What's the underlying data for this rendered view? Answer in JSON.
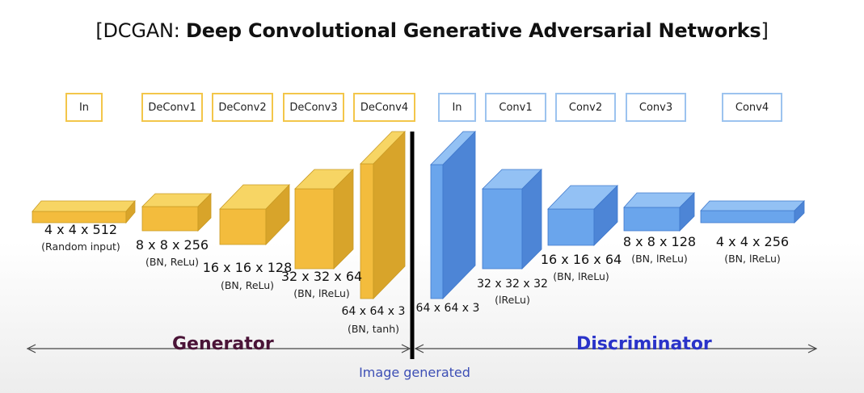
{
  "title": {
    "bracket_open": "[",
    "prefix": "DCGAN: ",
    "bold": "Deep Convolutional Generative Adversarial Networks",
    "bracket_close": "]"
  },
  "colors": {
    "gen_front": "#f3bc3d",
    "gen_top": "#f7d564",
    "gen_side": "#d8a42a",
    "disc_front": "#6aa5ec",
    "disc_top": "#93c1f4",
    "disc_side": "#4d85d6",
    "gen_label": "#4a1437",
    "disc_label": "#2a33c9",
    "img_label": "#3d4fb5"
  },
  "generator": {
    "label": "Generator",
    "layers": [
      {
        "name": "In",
        "dim": "4 x 4 x 512",
        "desc": "(Random input)"
      },
      {
        "name": "DeConv1",
        "dim": "8 x 8 x 256",
        "desc": "(BN, ReLu)"
      },
      {
        "name": "DeConv2",
        "dim": "16 x 16 x 128",
        "desc": "(BN, ReLu)"
      },
      {
        "name": "DeConv3",
        "dim": "32 x 32 x 64",
        "desc": "(BN, lReLu)"
      },
      {
        "name": "DeConv4",
        "dim": "64 x 64 x 3",
        "desc": "(BN, tanh)"
      }
    ]
  },
  "discriminator": {
    "label": "Discriminator",
    "layers": [
      {
        "name": "In",
        "dim": "64 x 64 x 3",
        "desc": ""
      },
      {
        "name": "Conv1",
        "dim": "32 x 32 x 32",
        "desc": "(lReLu)"
      },
      {
        "name": "Conv2",
        "dim": "16 x 16 x 64",
        "desc": "(BN, lReLu)"
      },
      {
        "name": "Conv3",
        "dim": "8 x 8 x 128",
        "desc": "(BN, lReLu)"
      },
      {
        "name": "Conv4",
        "dim": "4 x 4 x 256",
        "desc": "(BN, lReLu)"
      }
    ]
  },
  "image_generated": "Image generated"
}
